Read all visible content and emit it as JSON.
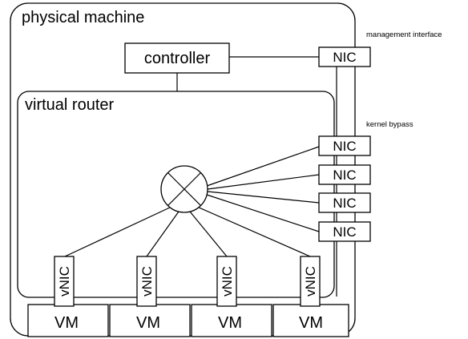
{
  "machine": {
    "label": "physical machine"
  },
  "controller": {
    "label": "controller"
  },
  "router": {
    "label": "virtual router"
  },
  "annotations": {
    "management": "management interface",
    "bypass": "kernel bypass"
  },
  "management_nic": {
    "label": "NIC"
  },
  "bypass_nics": [
    {
      "label": "NIC"
    },
    {
      "label": "NIC"
    },
    {
      "label": "NIC"
    },
    {
      "label": "NIC"
    }
  ],
  "vnics": [
    {
      "label": "vNIC"
    },
    {
      "label": "vNIC"
    },
    {
      "label": "vNIC"
    },
    {
      "label": "vNIC"
    }
  ],
  "vms": [
    {
      "label": "VM"
    },
    {
      "label": "VM"
    },
    {
      "label": "VM"
    },
    {
      "label": "VM"
    }
  ]
}
